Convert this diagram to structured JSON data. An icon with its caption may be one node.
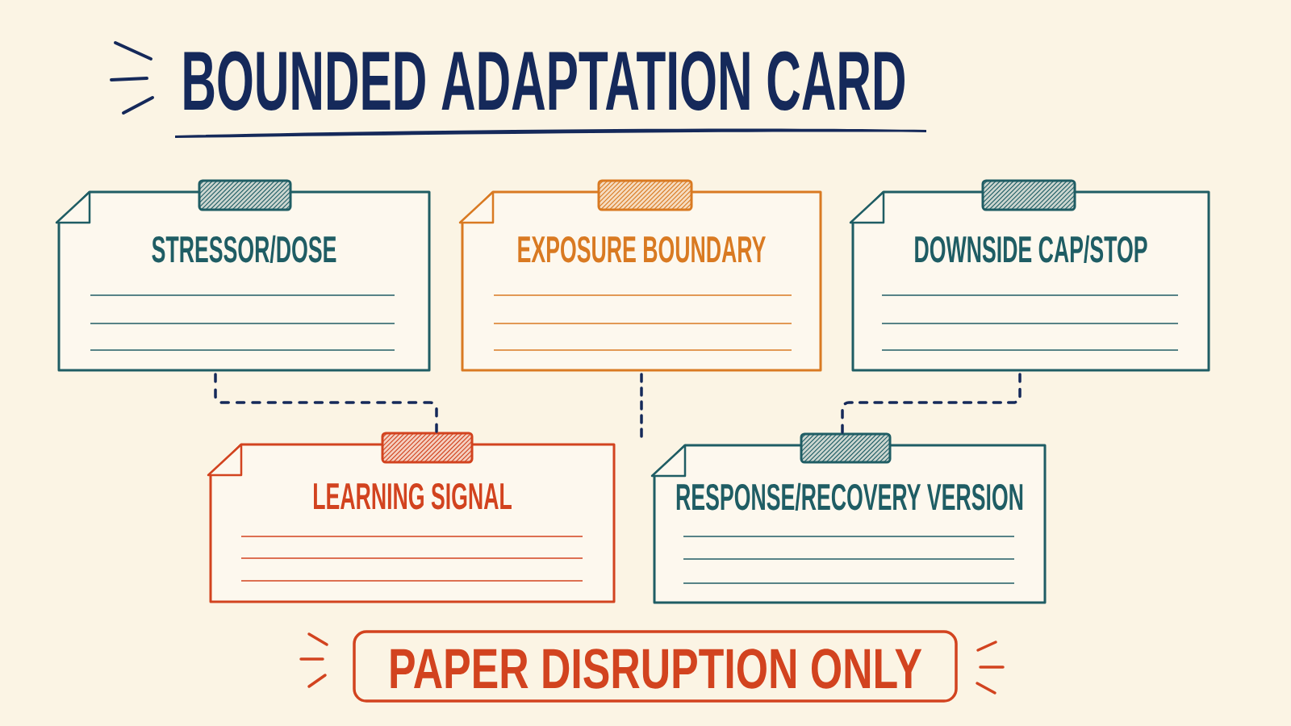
{
  "diagram": {
    "title": "BOUNDED ADAPTATION CARD",
    "nodes": [
      {
        "text": [
          "STRESSOR/DOSE"
        ]
      },
      {
        "text": [
          "EXPOSURE BOUNDARY"
        ]
      },
      {
        "text": [
          "DOWNSIDE CAP/STOP"
        ]
      },
      {
        "text": [
          "LEARNING SIGNAL"
        ]
      },
      {
        "text": [
          "RESPONSE/RECOVERY VERSION"
        ]
      },
      {
        "text": [
          "PAPER DISRUPTION ONLY"
        ]
      }
    ],
    "edges": [
      {
        "from": 0,
        "to": 3,
        "arrow": "none",
        "style": "dashed"
      },
      {
        "from": 1,
        "to": null,
        "arrow": "none",
        "style": "dashed"
      },
      {
        "from": 2,
        "to": 4,
        "arrow": "none",
        "style": "dashed"
      }
    ]
  }
}
